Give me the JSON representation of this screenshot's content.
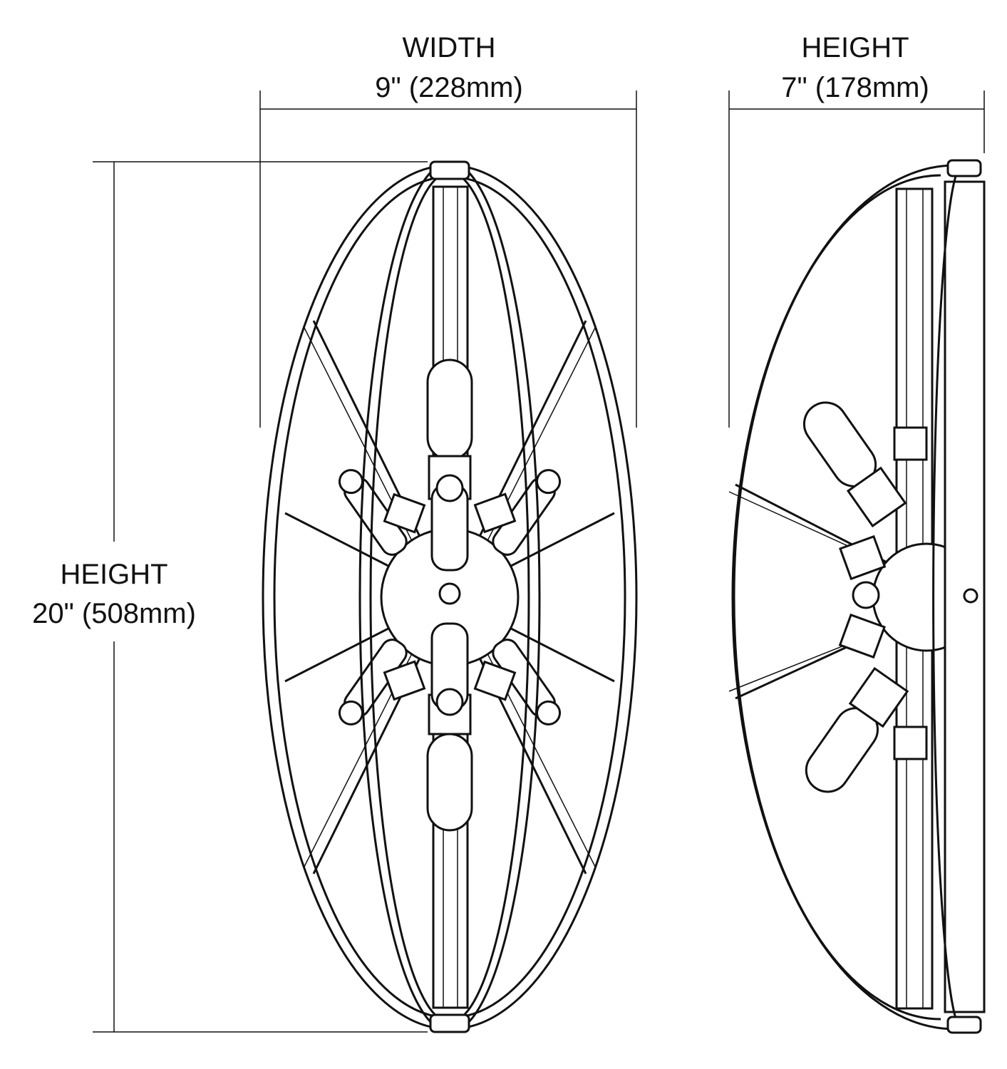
{
  "front_view": {
    "width_label": "WIDTH",
    "width_value": "9\" (228mm)",
    "height_label": "HEIGHT",
    "height_value": "20\" (508mm)"
  },
  "side_view": {
    "depth_label": "HEIGHT",
    "depth_value": "7\" (178mm)"
  }
}
